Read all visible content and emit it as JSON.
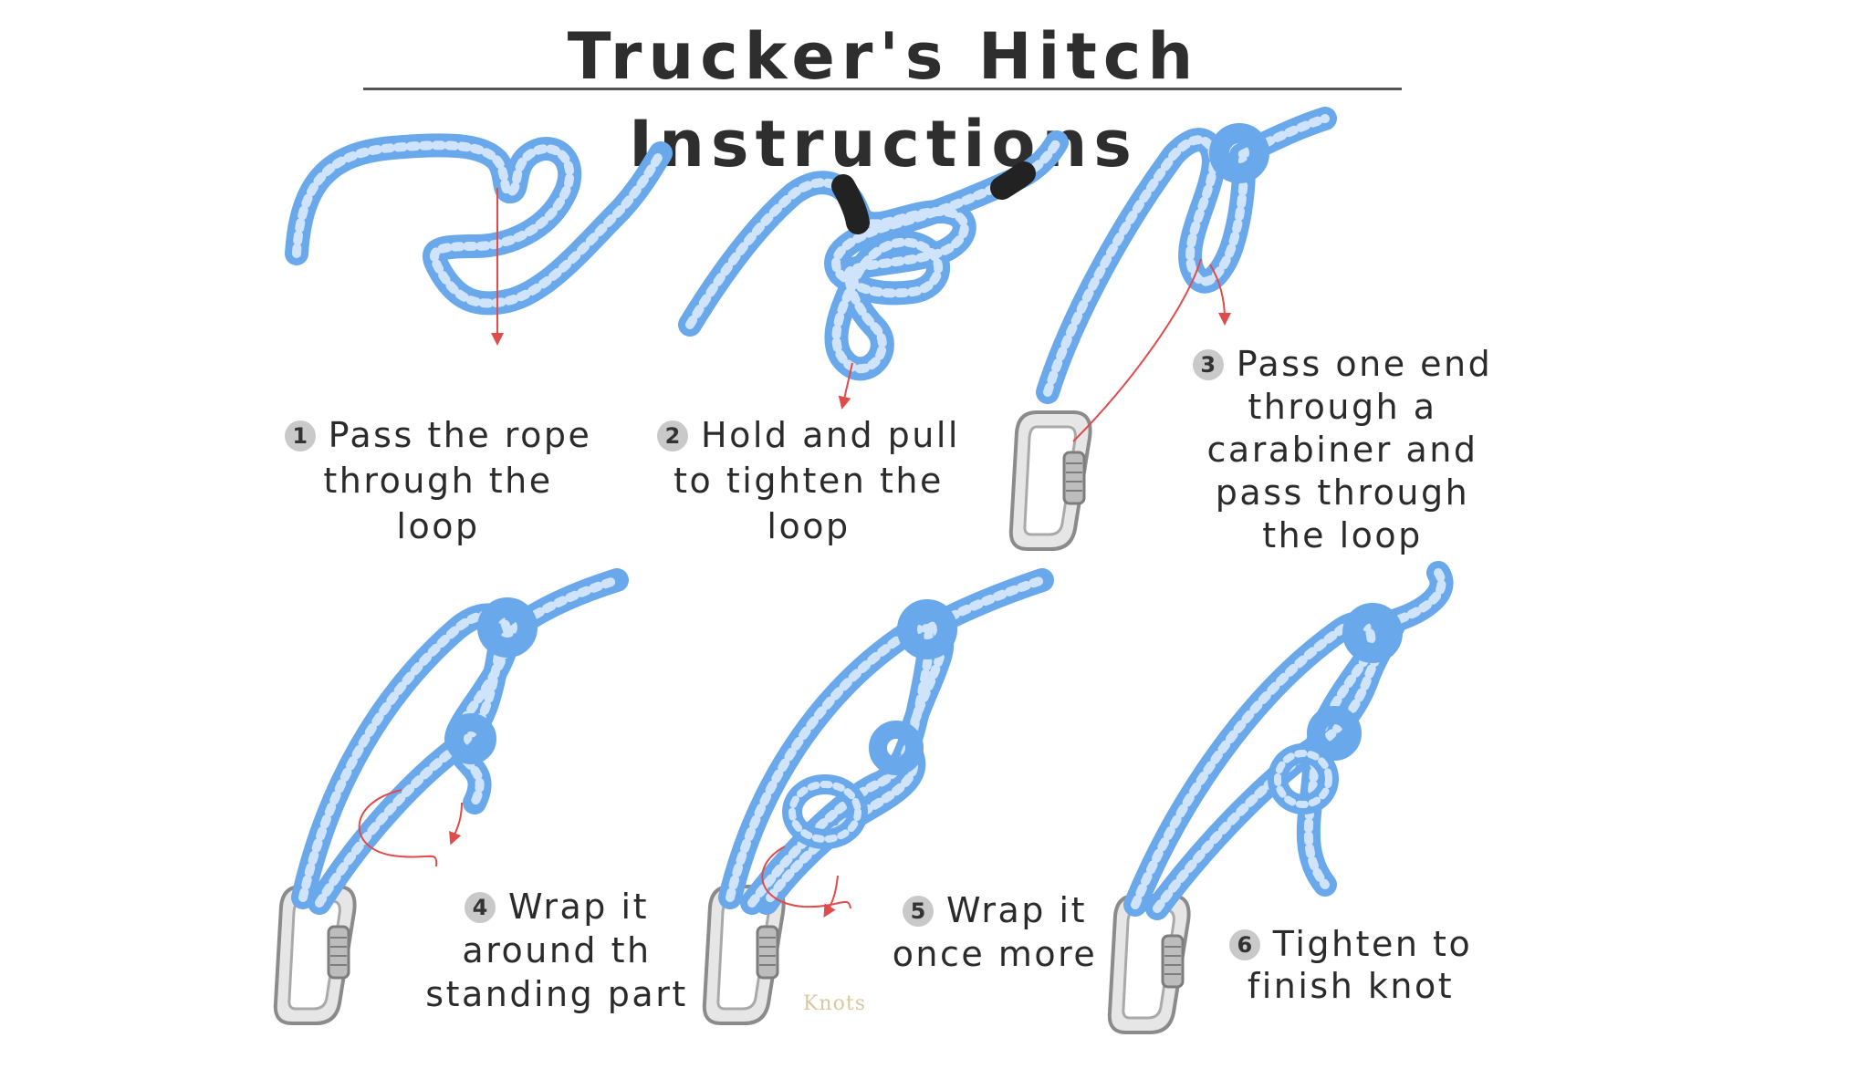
{
  "title": "Trucker's Hitch Instructions",
  "watermark": "Knots",
  "colors": {
    "rope": "#6aa8ec",
    "rope_highlight": "#cfe4fb",
    "arrow": "#e04b4b",
    "carabiner": "#b8b8b8",
    "title_text": "#2e2e2e",
    "step_badge": "#c9c9c9"
  },
  "steps": [
    {
      "number": "1",
      "lines": [
        "Pass the rope",
        "through the",
        "loop"
      ]
    },
    {
      "number": "2",
      "lines": [
        "Hold and pull",
        "to tighten the",
        "loop"
      ]
    },
    {
      "number": "3",
      "lines": [
        "Pass one end",
        "through a",
        "carabiner and",
        "pass through",
        "the loop"
      ]
    },
    {
      "number": "4",
      "lines": [
        "Wrap it",
        "around th",
        "standing part"
      ]
    },
    {
      "number": "5",
      "lines": [
        "Wrap it",
        "once more"
      ]
    },
    {
      "number": "6",
      "lines": [
        "Tighten to",
        "finish knot"
      ]
    }
  ]
}
